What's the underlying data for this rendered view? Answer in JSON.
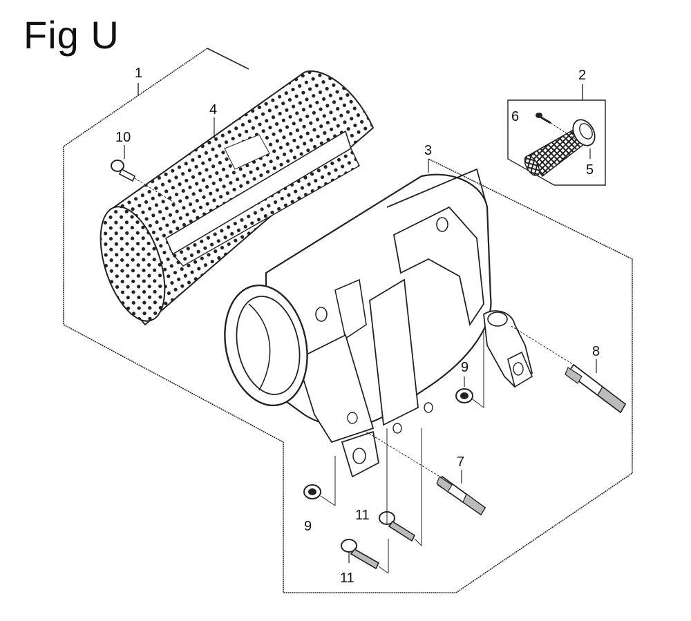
{
  "figure": {
    "title": "Fig U",
    "callouts": {
      "c1": "1",
      "c2": "2",
      "c3": "3",
      "c4": "4",
      "c5": "5",
      "c6": "6",
      "c7": "7",
      "c8": "8",
      "c9a": "9",
      "c9b": "9",
      "c10": "10",
      "c11a": "11",
      "c11b": "11"
    }
  }
}
